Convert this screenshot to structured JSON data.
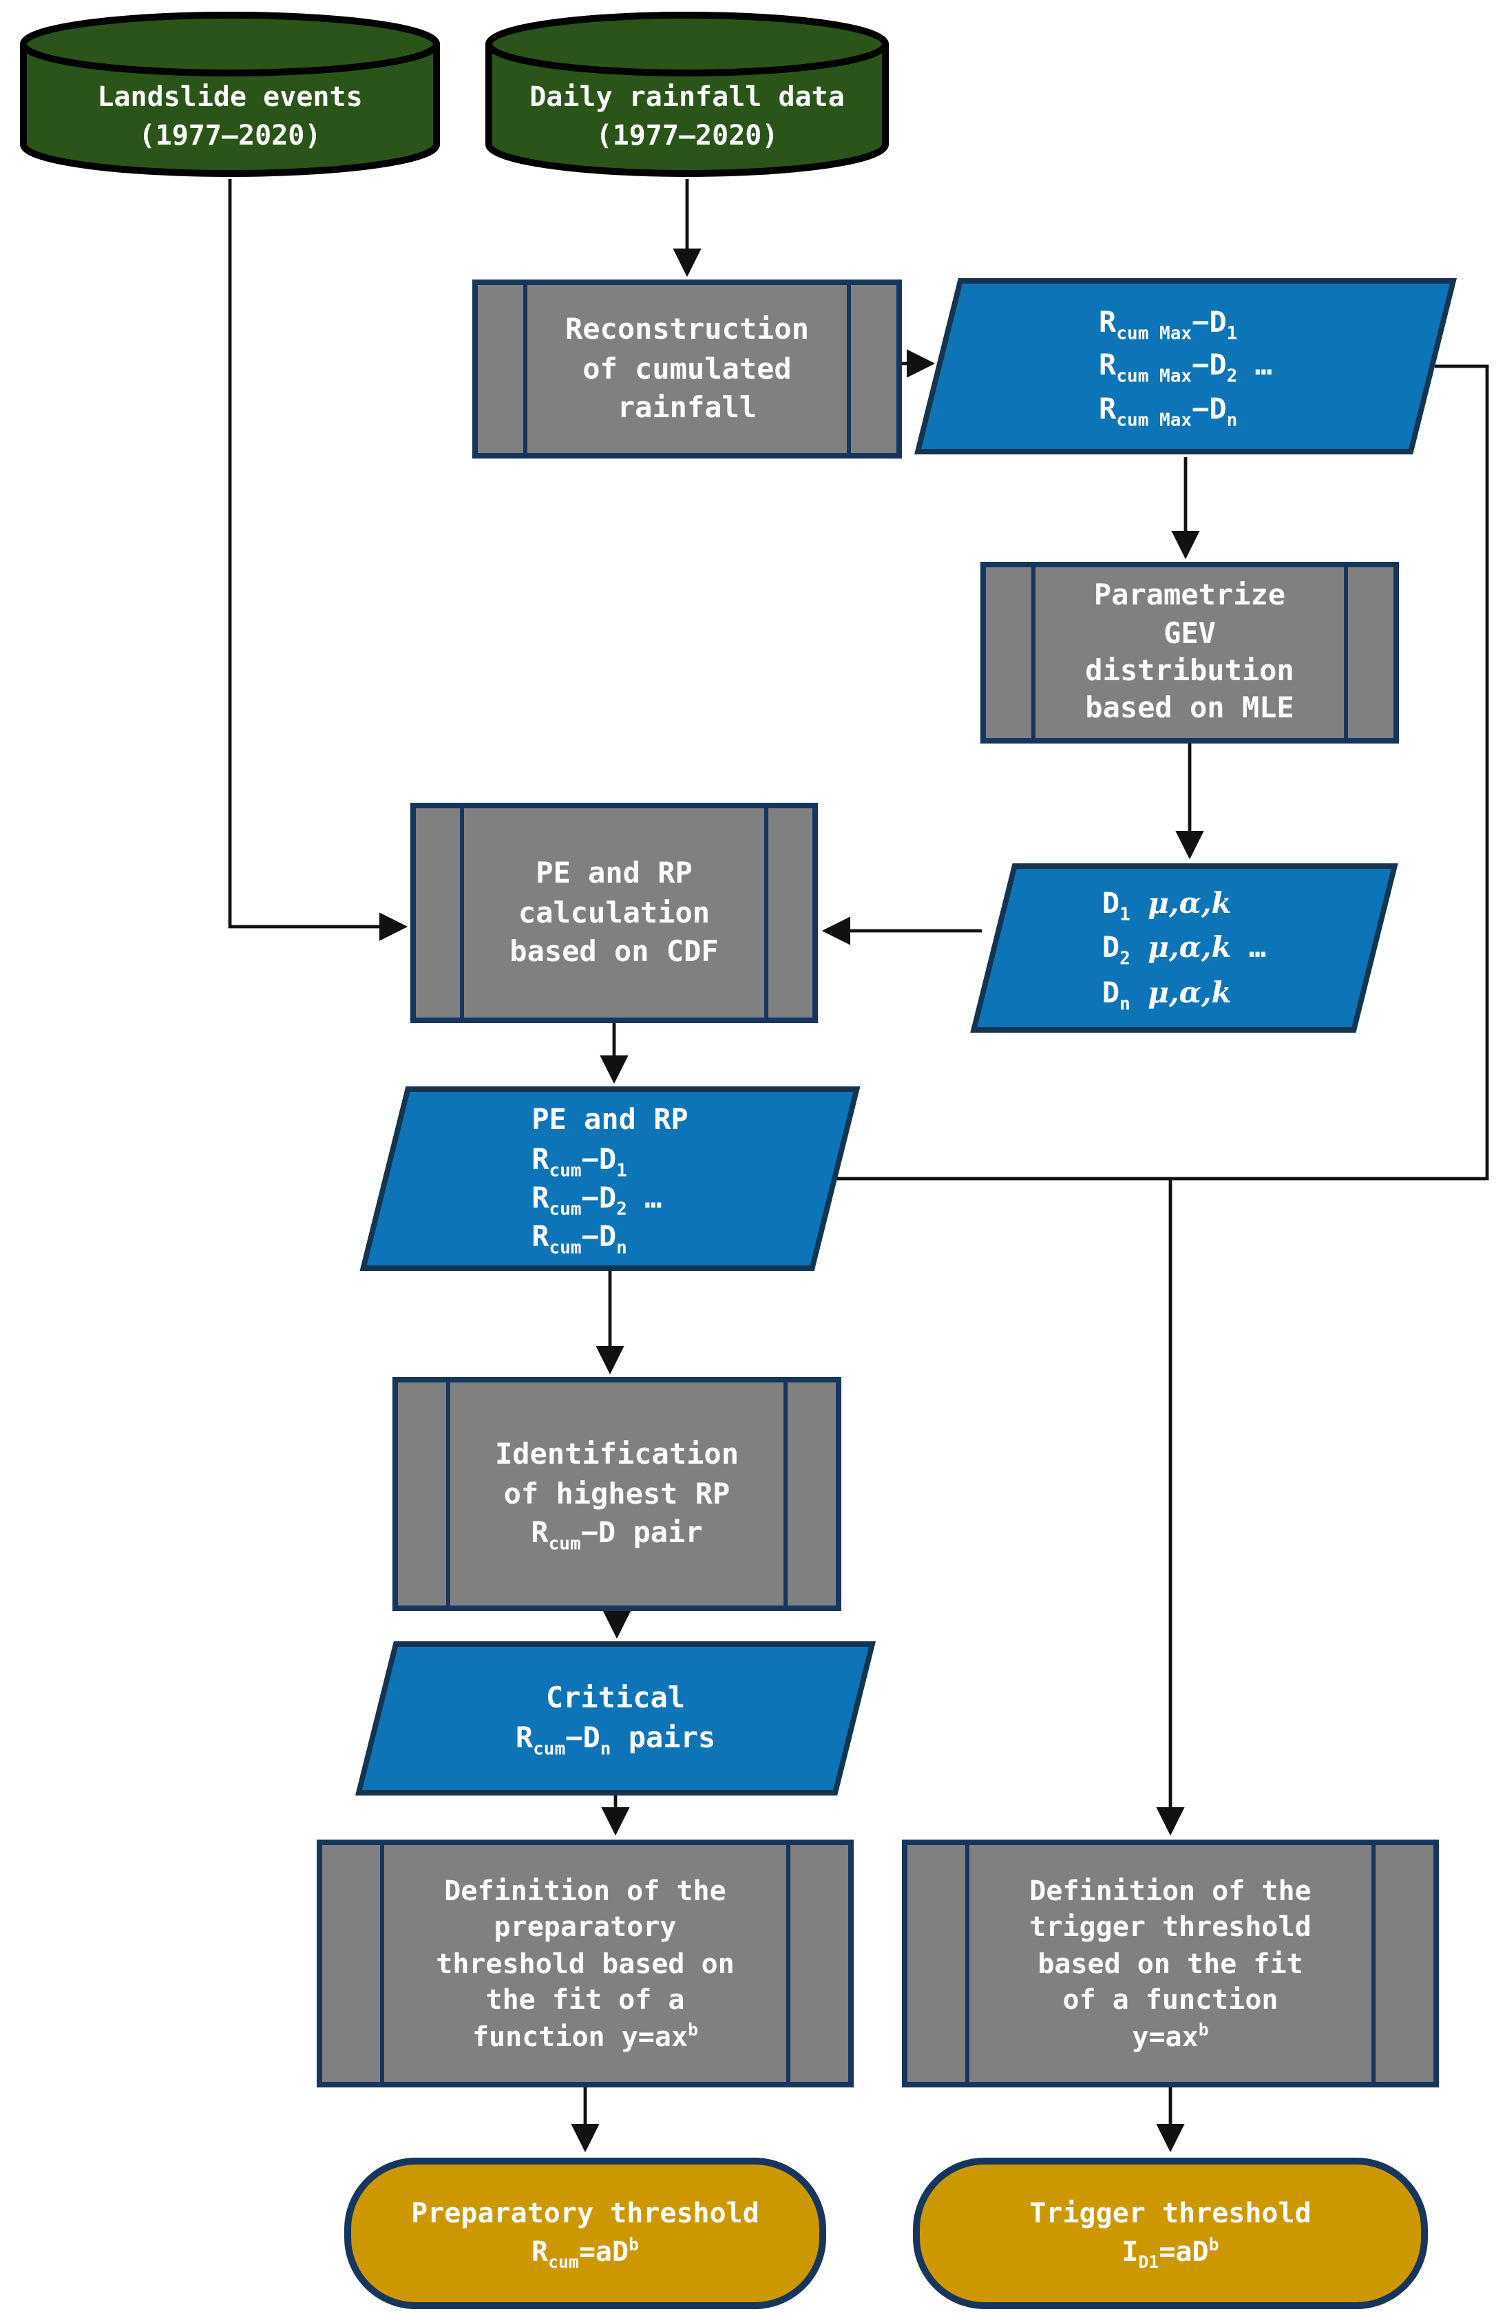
{
  "background": "#ffffff",
  "colors": {
    "cylinder_fill": "#2b5418",
    "cylinder_stroke": "#000000",
    "process_fill": "#808080",
    "process_stroke": "#17365d",
    "data_fill": "#0d74b8",
    "data_stroke": "#14344f",
    "terminal_fill": "#cd9702",
    "terminal_stroke": "#17365d",
    "connector": "#111111",
    "text": "#fcfcfc"
  },
  "nodes": {
    "landslide_db": {
      "shape": "cylinder-database",
      "lines": [
        "Landslide events",
        "(1977–2020)"
      ]
    },
    "rainfall_db": {
      "shape": "cylinder-database",
      "lines": [
        "Daily rainfall data",
        "(1977–2020)"
      ]
    },
    "reconstruction": {
      "shape": "process",
      "lines": [
        "Reconstruction",
        "of cumulated",
        "rainfall"
      ]
    },
    "rcum_max_pairs": {
      "shape": "data-parallelogram",
      "lines": [
        "R_{cum Max}−D_{1}",
        "R_{cum Max}−D_{2} …",
        "R_{cum Max}−D_{n}"
      ]
    },
    "parametrize_gev": {
      "shape": "process",
      "lines": [
        "Parametrize",
        "GEV",
        "distribution",
        "based on MLE"
      ]
    },
    "gev_params": {
      "shape": "data-parallelogram",
      "lines": [
        "D_{1} *μ,α,k*",
        "D_{2} *μ,α,k* …",
        "D_{n} *μ,α,k*"
      ]
    },
    "pe_rp_calc": {
      "shape": "process",
      "lines": [
        "PE and RP",
        "calculation",
        "based on CDF"
      ]
    },
    "pe_rp_pairs": {
      "shape": "data-parallelogram",
      "lines": [
        "PE and RP",
        "R_{cum}−D_{1}",
        "R_{cum}−D_{2} …",
        "R_{cum}−D_{n}"
      ]
    },
    "identification": {
      "shape": "process",
      "lines": [
        "Identification",
        "of highest RP",
        "R_{cum}−D pair"
      ]
    },
    "critical_pairs": {
      "shape": "data-parallelogram",
      "lines": [
        "Critical",
        "R_{cum}−D_{n} pairs"
      ]
    },
    "preparatory_def": {
      "shape": "process",
      "lines": [
        "Definition of the",
        "preparatory",
        "threshold based on",
        "the fit of a",
        "function y=ax^{b}"
      ]
    },
    "trigger_def": {
      "shape": "process",
      "lines": [
        "Definition of the",
        "trigger threshold",
        "based on the fit",
        "of a function",
        "y=ax^{b}"
      ]
    },
    "preparatory_threshold": {
      "shape": "terminal",
      "lines": [
        "Preparatory threshold",
        "R_{cum}=aD^{b}"
      ]
    },
    "trigger_threshold": {
      "shape": "terminal",
      "lines": [
        "Trigger threshold",
        "I_{D1}=aD^{b}"
      ]
    }
  }
}
